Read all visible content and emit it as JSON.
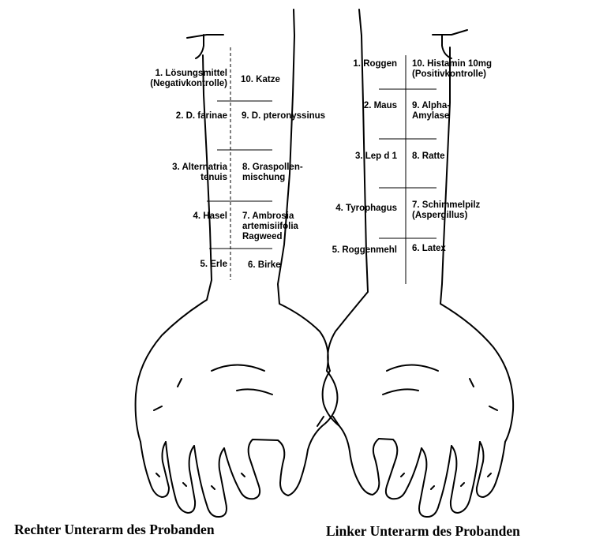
{
  "right_arm": {
    "caption": "Rechter Unterarm des Probanden",
    "labels": {
      "l1": "1. Lösungsmittel\n(Negativkontrolle)",
      "l2": "2. D. farinae",
      "l3": "3. Alternatria\ntenuis",
      "l4": "4. Hasel",
      "l5": "5. Erle",
      "l6": "6. Birke",
      "l7": "7. Ambrosia\nartemisiifolia\nRagweed",
      "l8": "8. Graspollen-\nmischung",
      "l9": "9. D. pteronyssinus",
      "l10": "10. Katze"
    }
  },
  "left_arm": {
    "caption": "Linker Unterarm des Probanden",
    "labels": {
      "l1": "1. Roggen",
      "l2": "2. Maus",
      "l3": "3. Lep d 1",
      "l4": "4. Tyrophagus",
      "l5": "5. Roggenmehl",
      "l6": "6. Latex",
      "l7": "7. Schimmelpilz\n(Aspergillus)",
      "l8": "8. Ratte",
      "l9": "9. Alpha-\nAmylase",
      "l10": "10. Histamin 10mg\n(Positivkontrolle)"
    }
  }
}
